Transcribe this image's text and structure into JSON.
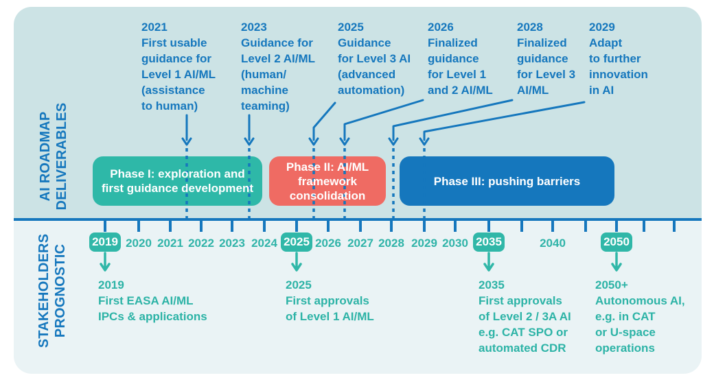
{
  "sidebar": {
    "deliverables_label": {
      "line1": "AI ROADMAP",
      "line2": "DELIVERABLES"
    },
    "prognostic_label": {
      "line1": "STAKEHOLDERS",
      "line2": "PROGNOSTIC"
    }
  },
  "deliverables": [
    {
      "year": "2021",
      "lines": [
        "First usable",
        "guidance for",
        "Level 1 AI/ML",
        "(assistance",
        "to human)"
      ]
    },
    {
      "year": "2023",
      "lines": [
        "Guidance for",
        "Level 2 AI/ML",
        "(human/",
        "machine",
        "teaming)"
      ]
    },
    {
      "year": "2025",
      "lines": [
        "Guidance",
        "for Level 3 AI",
        "(advanced",
        "automation)"
      ]
    },
    {
      "year": "2026",
      "lines": [
        "Finalized",
        "guidance",
        "for Level 1",
        "and 2 AI/ML"
      ]
    },
    {
      "year": "2028",
      "lines": [
        "Finalized",
        "guidance",
        "for Level 3",
        "AI/ML"
      ]
    },
    {
      "year": "2029",
      "lines": [
        "Adapt",
        "to further",
        "innovation",
        "in AI"
      ]
    }
  ],
  "phases": [
    {
      "lines": [
        "Phase I: exploration and",
        "first guidance development"
      ],
      "color": "#2eb8a8"
    },
    {
      "lines": [
        "Phase II: AI/ML",
        "framework",
        "consolidation"
      ],
      "color": "#ef6b63"
    },
    {
      "lines": [
        "Phase III: pushing barriers"
      ],
      "color": "#1577bd"
    }
  ],
  "timeline": {
    "years": [
      {
        "label": "2019",
        "highlight": true
      },
      {
        "label": "2020",
        "highlight": false
      },
      {
        "label": "2021",
        "highlight": false
      },
      {
        "label": "2022",
        "highlight": false
      },
      {
        "label": "2023",
        "highlight": false
      },
      {
        "label": "2024",
        "highlight": false
      },
      {
        "label": "2025",
        "highlight": true
      },
      {
        "label": "2026",
        "highlight": false
      },
      {
        "label": "2027",
        "highlight": false
      },
      {
        "label": "2028",
        "highlight": false
      },
      {
        "label": "2029",
        "highlight": false
      },
      {
        "label": "2030",
        "highlight": false
      },
      {
        "label": "2035",
        "highlight": true
      },
      {
        "label": "",
        "highlight": false
      },
      {
        "label": "2040",
        "highlight": false
      },
      {
        "label": "",
        "highlight": false
      },
      {
        "label": "2050",
        "highlight": true
      },
      {
        "label": "",
        "highlight": false
      },
      {
        "label": "",
        "highlight": false
      }
    ]
  },
  "prognostic": [
    {
      "year": "2019",
      "lines": [
        "First EASA AI/ML",
        "IPCs & applications"
      ]
    },
    {
      "year": "2025",
      "lines": [
        "First approvals",
        "of Level 1 AI/ML"
      ]
    },
    {
      "year": "2035",
      "lines": [
        "First approvals",
        "of Level 2 / 3A AI",
        "e.g. CAT SPO or",
        "automated CDR"
      ]
    },
    {
      "year": "2050+",
      "lines": [
        "Autonomous AI,",
        "e.g. in CAT",
        "or U-space",
        "operations"
      ]
    }
  ],
  "colors": {
    "blue": "#1577bd",
    "teal": "#2eb8a8",
    "salmon": "#ef6b63",
    "highlight_teal": "#30b7a8",
    "teal_text": "#2cb3a6",
    "top_background": "#cce3e5",
    "bottom_background": "#eaf3f5"
  }
}
